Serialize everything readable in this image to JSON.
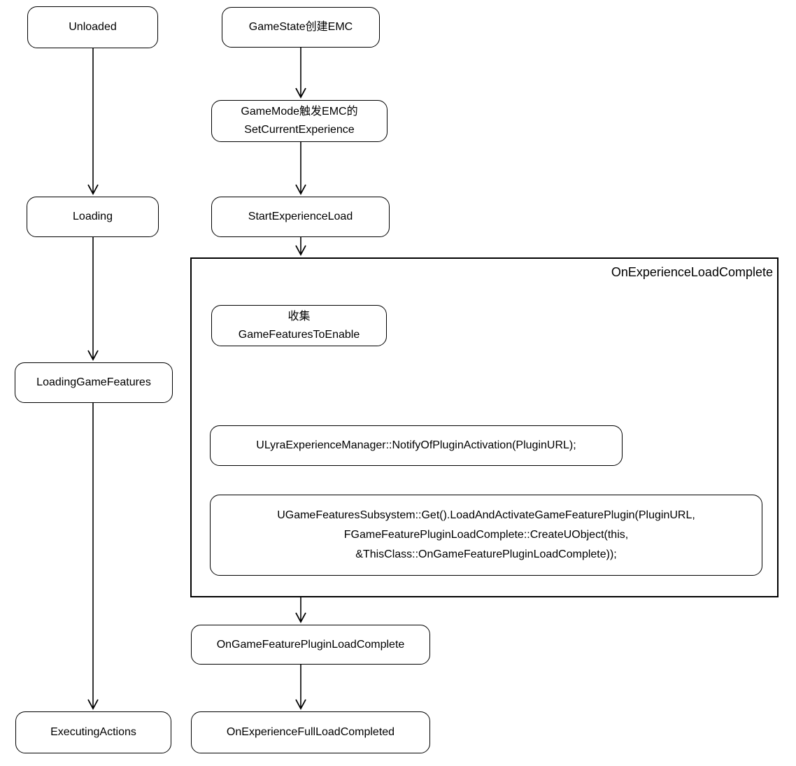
{
  "diagram": {
    "background_color": "#ffffff",
    "stroke_color": "#000000",
    "states": {
      "unloaded": "Unloaded",
      "loading": "Loading",
      "loading_game_features": "LoadingGameFeatures",
      "executing_actions": "ExecutingActions"
    },
    "flow": {
      "gamestate_create_emc": "GameState创建EMC",
      "gamemode_trigger_line1": "GameMode触发EMC的",
      "gamemode_trigger_line2": "SetCurrentExperience",
      "start_experience_load": "StartExperienceLoad",
      "on_game_feature_plugin_load_complete": "OnGameFeaturePluginLoadComplete",
      "on_experience_full_load_completed": "OnExperienceFullLoadCompleted"
    },
    "on_experience_load_complete_group": {
      "label": "OnExperienceLoadComplete",
      "collect_line1": "收集",
      "collect_line2": "GameFeaturesToEnable",
      "notify_code": "ULyraExperienceManager::NotifyOfPluginActivation(PluginURL);",
      "load_code_line1": "UGameFeaturesSubsystem::Get().LoadAndActivateGameFeaturePlugin(PluginURL,",
      "load_code_line2": "FGameFeaturePluginLoadComplete::CreateUObject(this,",
      "load_code_line3": "&ThisClass::OnGameFeaturePluginLoadComplete));"
    }
  }
}
